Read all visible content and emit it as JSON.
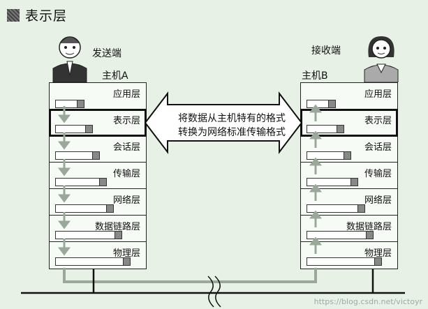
{
  "title": "表示层",
  "sender": {
    "role": "发送端",
    "host": "主机A"
  },
  "receiver": {
    "role": "接收端",
    "host": "主机B"
  },
  "layers": [
    "应用层",
    "表示层",
    "会话层",
    "传输层",
    "网络层",
    "数据链路层",
    "物理层"
  ],
  "center_text": [
    "将数据从主机特有的格式",
    "转换为网络标准传输格式"
  ],
  "watermark": "https://blog.csdn.net/victoyr"
}
